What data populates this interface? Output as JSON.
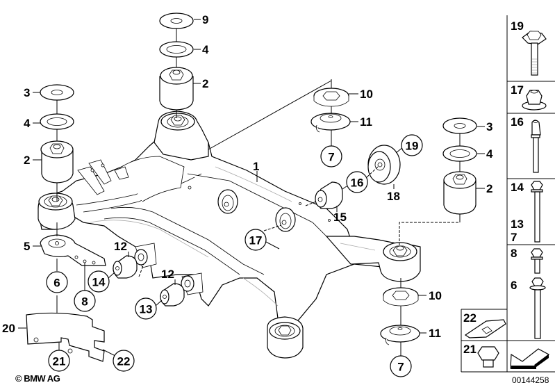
{
  "diagram": {
    "title": "Rear axle carrier with mounting parts",
    "copyright": "© BMW AG",
    "image_number": "00144258",
    "colors": {
      "line": "#000000",
      "background": "#ffffff",
      "detail": "#aaaaaa"
    },
    "callouts_plain": [
      {
        "id": "c-9",
        "text": "9"
      },
      {
        "id": "c-4a",
        "text": "4"
      },
      {
        "id": "c-2a",
        "text": "2"
      },
      {
        "id": "c-3a",
        "text": "3"
      },
      {
        "id": "c-4b",
        "text": "4"
      },
      {
        "id": "c-2b",
        "text": "2"
      },
      {
        "id": "c-5",
        "text": "5"
      },
      {
        "id": "c-1",
        "text": "1"
      },
      {
        "id": "c-10a",
        "text": "10"
      },
      {
        "id": "c-11a",
        "text": "11"
      },
      {
        "id": "c-3b",
        "text": "3"
      },
      {
        "id": "c-4c",
        "text": "4"
      },
      {
        "id": "c-2c",
        "text": "2"
      },
      {
        "id": "c-18",
        "text": "18"
      },
      {
        "id": "c-15",
        "text": "15"
      },
      {
        "id": "c-12a",
        "text": "12"
      },
      {
        "id": "c-12b",
        "text": "12"
      },
      {
        "id": "c-10b",
        "text": "10"
      },
      {
        "id": "c-11b",
        "text": "11"
      },
      {
        "id": "c-20",
        "text": "20"
      }
    ],
    "callouts_circled": [
      {
        "id": "cc-7a",
        "text": "7"
      },
      {
        "id": "cc-19",
        "text": "19"
      },
      {
        "id": "cc-16",
        "text": "16"
      },
      {
        "id": "cc-17",
        "text": "17"
      },
      {
        "id": "cc-6",
        "text": "6"
      },
      {
        "id": "cc-8",
        "text": "8"
      },
      {
        "id": "cc-14",
        "text": "14"
      },
      {
        "id": "cc-13",
        "text": "13"
      },
      {
        "id": "cc-7b",
        "text": "7"
      },
      {
        "id": "cc-21",
        "text": "21"
      },
      {
        "id": "cc-22",
        "text": "22"
      }
    ],
    "side_panel": [
      {
        "label": "19",
        "part": "bolt with plate"
      },
      {
        "label": "17",
        "part": "collar nut"
      },
      {
        "label": "16",
        "part": "bolt"
      },
      {
        "label": "14",
        "label2": "13",
        "label3": "7",
        "part": "hex bolt long"
      },
      {
        "label": "8",
        "part": "hex bolt short"
      },
      {
        "label": "6",
        "part": "hex bolt with washer"
      },
      {
        "label": "22",
        "part": "clip plate"
      },
      {
        "label": "21",
        "part": "plug"
      }
    ]
  }
}
